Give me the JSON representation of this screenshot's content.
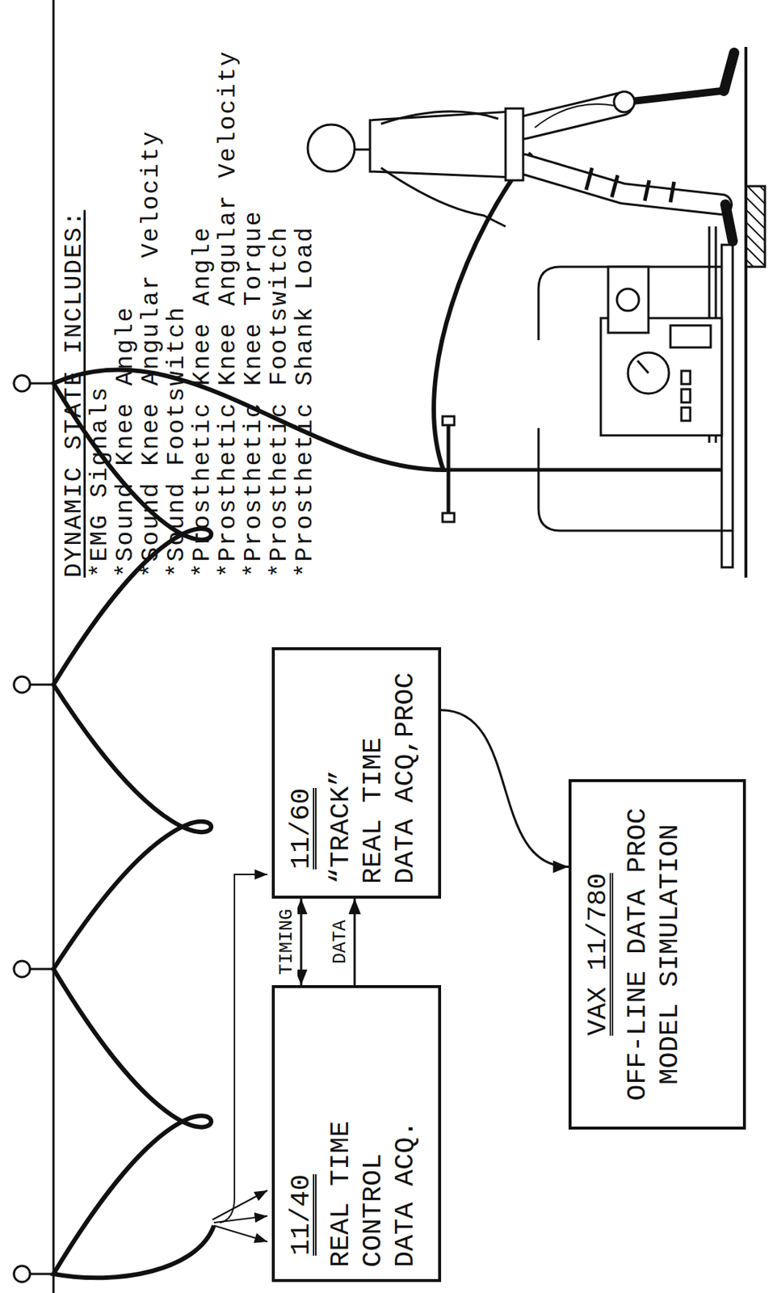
{
  "diagram": {
    "nodes": [
      {
        "text": [
          "11/40",
          "REAL TIME CONTROL DATA ACQ."
        ]
      },
      {
        "text": [
          "11/60",
          "“TRACK”",
          "REAL TIME DATA ACQ,PROC"
        ]
      },
      {
        "text": [
          "VAX 11/780",
          "OFF-LINE DATA PROC MODEL SIMULATION"
        ]
      }
    ],
    "edges": [
      {
        "from": 0,
        "to": 1,
        "arrow": "both",
        "label": "TIMING"
      },
      {
        "from": 0,
        "to": 1,
        "arrow": "to",
        "label": "DATA"
      },
      {
        "from": 1,
        "to": 2,
        "arrow": "to"
      }
    ],
    "labels": [
      "DYNAMIC STATE INCLUDES:",
      "*EMG Signals",
      "*Sound Knee Angle",
      "*Sound Knee Angular Velocity",
      "*Sound Footswitch",
      "*Prosthetic Knee Angle",
      "*Prosthetic Knee Angular Velocity",
      "*Prosthetic Knee Torque",
      "*Prosthetic Footswitch",
      "*Prosthetic Shank Load"
    ]
  }
}
